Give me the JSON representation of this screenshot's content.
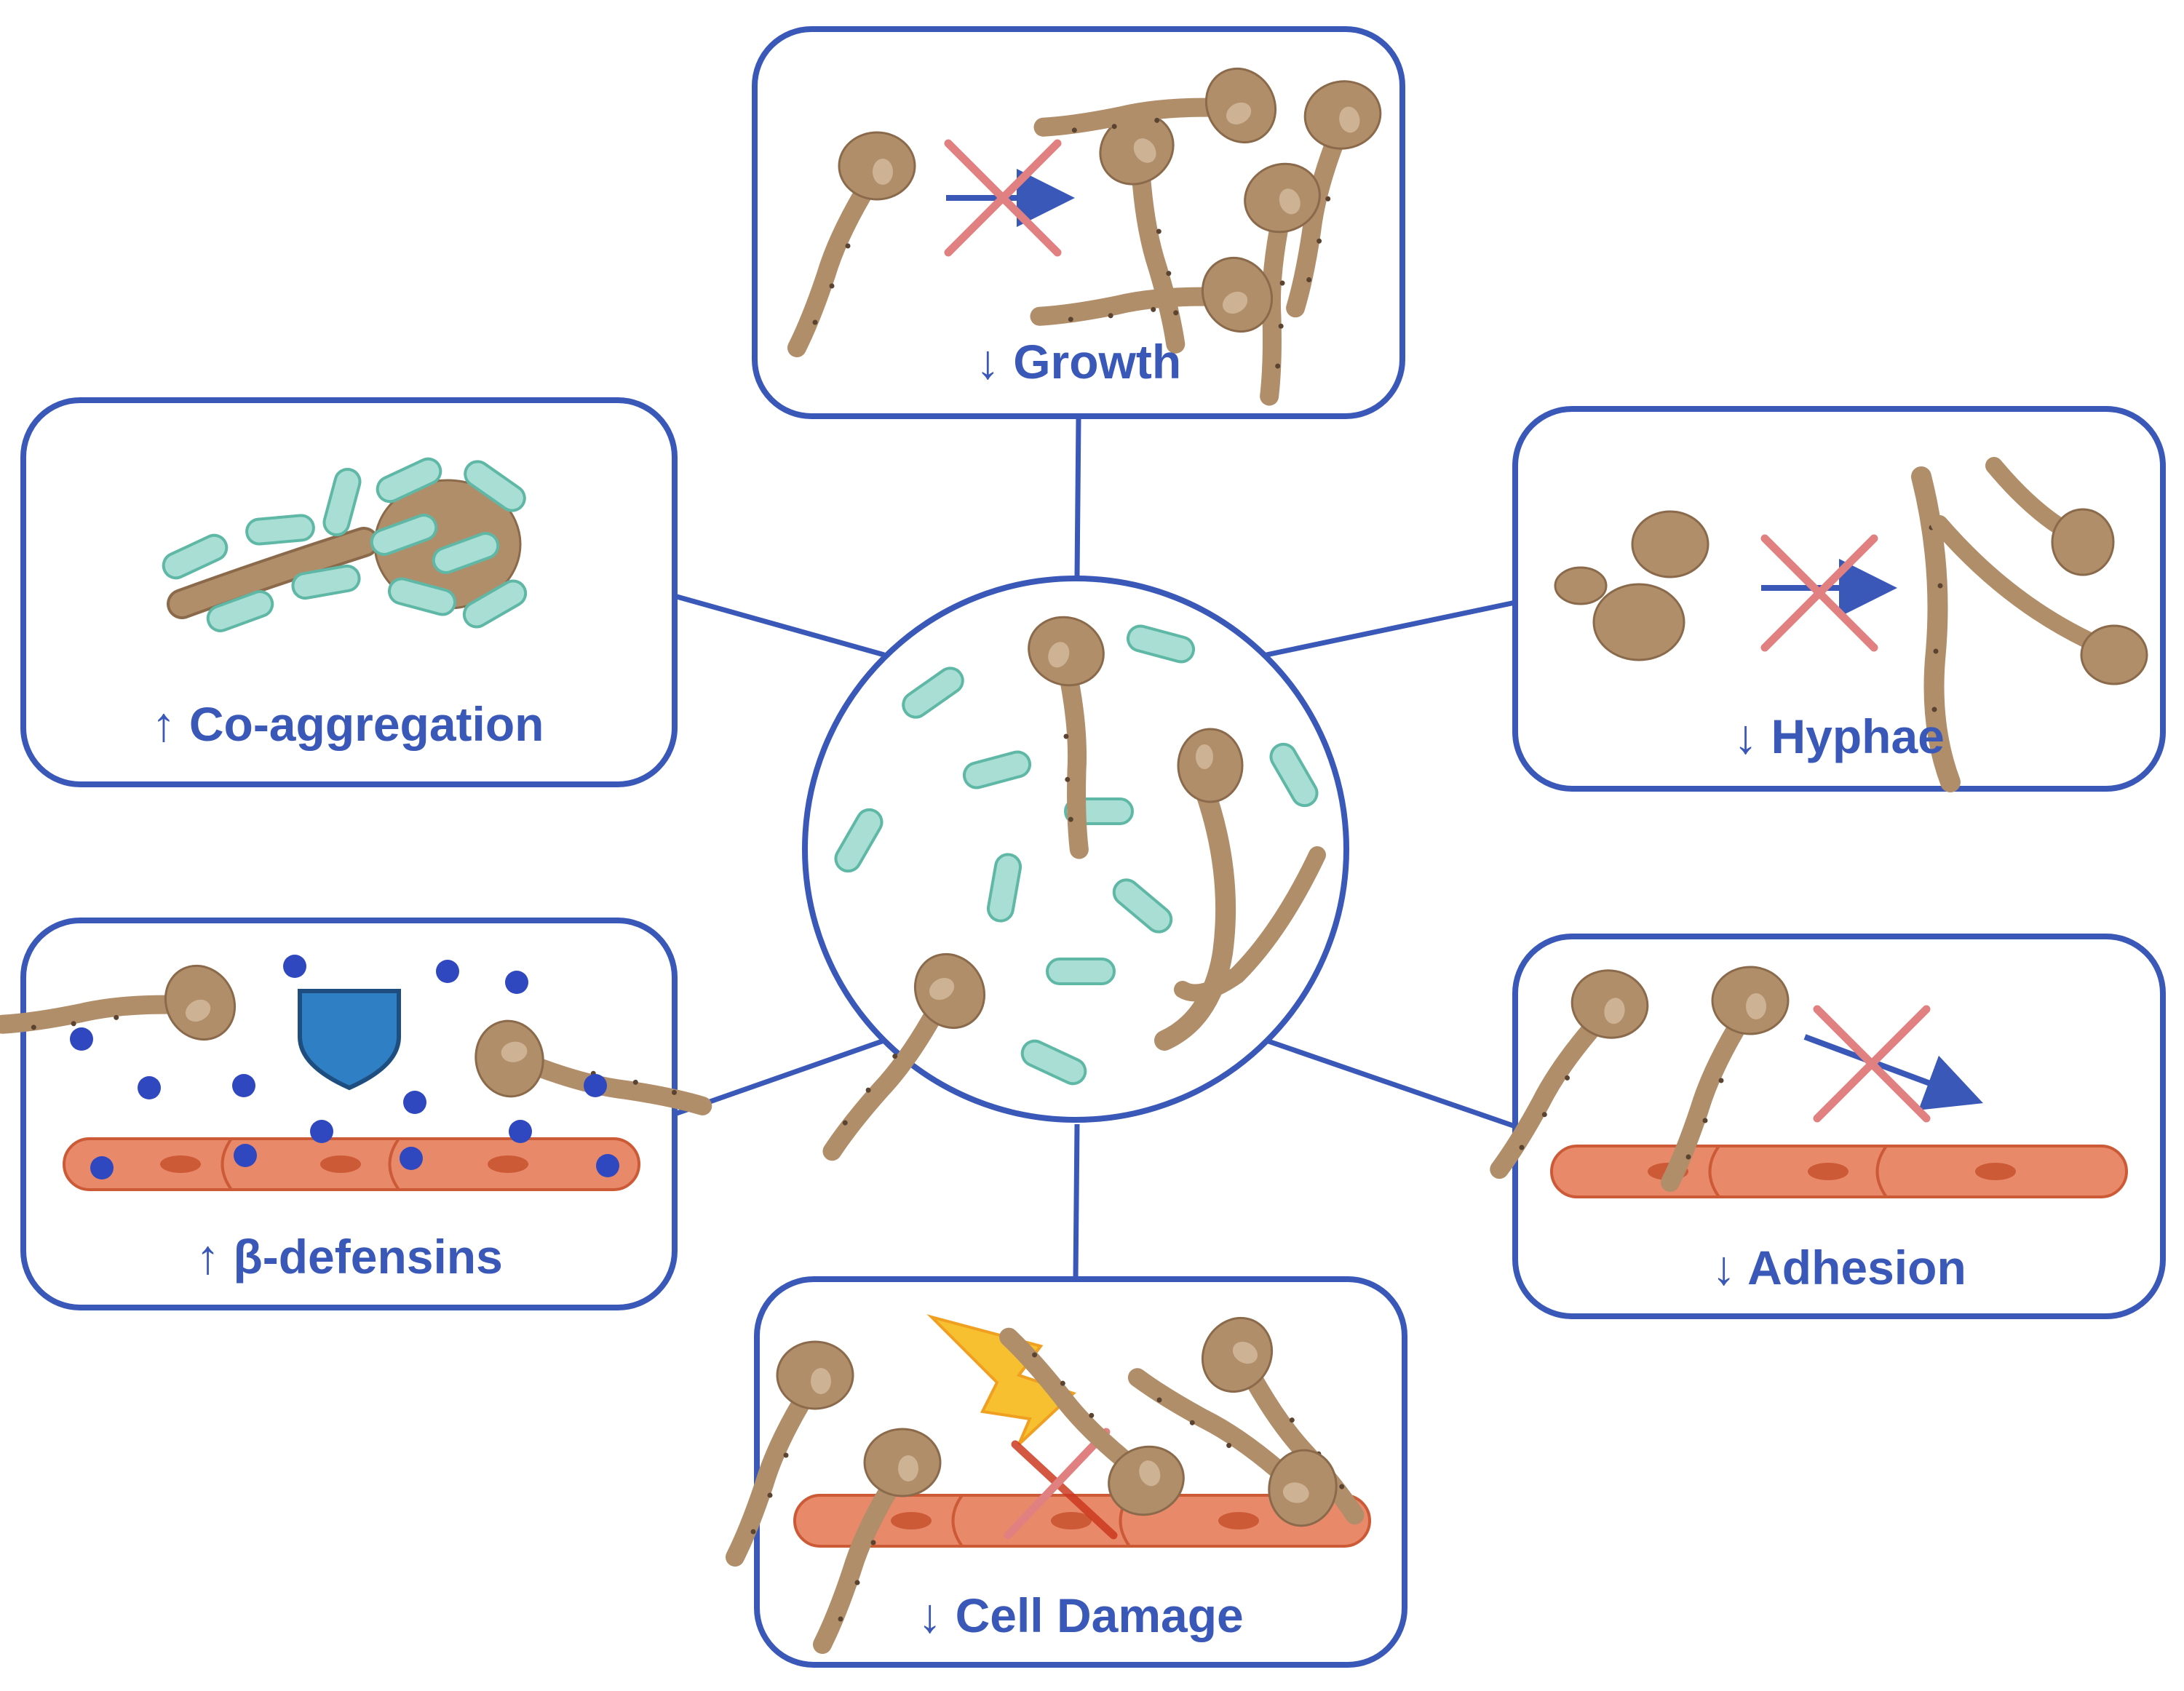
{
  "colors": {
    "accent": "#3a58b8",
    "fungus": "#b08e6a",
    "fungus_dark": "#8a6a4b",
    "bacteria_fill": "#a8ded3",
    "bacteria_stroke": "#5fb8a6",
    "epithelium_fill": "#e8896a",
    "epithelium_stroke": "#cc5a36",
    "cross": "#e08080",
    "defensin_dot": "#2f48c0",
    "shield": "#2f7fc4",
    "lightning": "#f7c030"
  },
  "center": {
    "description_icons": [
      "bacteria-rods",
      "yeast-with-hyphae"
    ]
  },
  "panels": [
    {
      "id": "growth",
      "arrow": "↓",
      "label": "Growth",
      "icon": "yeast-cells"
    },
    {
      "id": "hyphae",
      "arrow": "↓",
      "label": "Hyphae",
      "icon": "hyphae"
    },
    {
      "id": "adhesion",
      "arrow": "↓",
      "label": "Adhesion",
      "icon": "epithelium"
    },
    {
      "id": "cell-damage",
      "arrow": "↓",
      "label": "Cell Damage",
      "icon": "lightning"
    },
    {
      "id": "defensins",
      "arrow": "↑",
      "label": "β-defensins",
      "icon": "shield"
    },
    {
      "id": "coaggregation",
      "arrow": "↑",
      "label": "Co-aggregation",
      "icon": "aggregate"
    }
  ]
}
